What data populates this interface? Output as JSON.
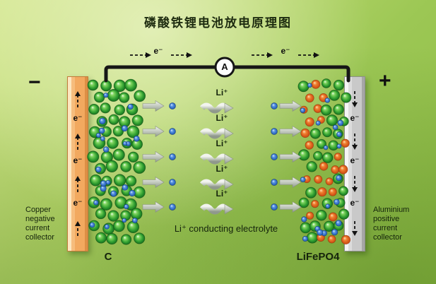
{
  "title": "磷酸铁锂电池放电原理图",
  "circuit": {
    "ammeter_label": "A",
    "electron_label_left": "e⁻",
    "electron_label_right": "e⁻"
  },
  "anode": {
    "terminal_sign": "−",
    "electron_label": "e⁻",
    "material_label": "C",
    "collector_caption_lines": [
      "Copper",
      "negative",
      "current",
      "collector"
    ]
  },
  "cathode": {
    "terminal_sign": "+",
    "electron_label": "e⁻",
    "material_label": "LiFePO4",
    "collector_caption_lines": [
      "Aluminium",
      "positive",
      "current",
      "collector"
    ]
  },
  "electrolyte": {
    "ion_label": "Li⁺",
    "caption": "Li⁺ conducting electrolyte"
  },
  "colors": {
    "background_green": "#9cc754",
    "copper": "#f2a95f",
    "aluminium": "#c9c9c9",
    "particle_green": "#31a031",
    "particle_orange": "#f08030",
    "ion_blue": "#2f6fd0",
    "wire_black": "#161616"
  }
}
